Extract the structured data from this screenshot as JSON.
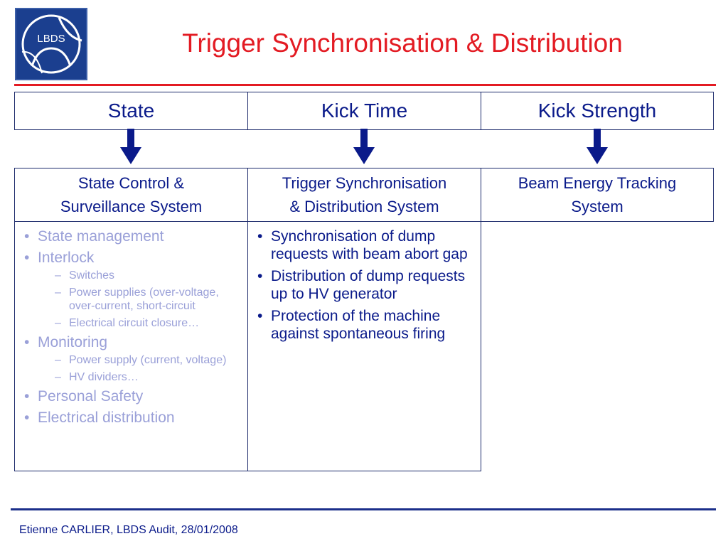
{
  "logo": {
    "text": "LBDS"
  },
  "title": "Trigger Synchronisation & Distribution",
  "headers": [
    "State",
    "Kick Time",
    "Kick Strength"
  ],
  "systems": [
    [
      "State Control &",
      "Surveillance System"
    ],
    [
      "Trigger Synchronisation",
      "& Distribution System"
    ],
    [
      "Beam Energy Tracking",
      "System"
    ]
  ],
  "col1": {
    "items": [
      {
        "text": "State management"
      },
      {
        "text": "Interlock",
        "subs": [
          "Switches",
          "Power supplies (over-voltage, over-current, short-circuit",
          "Electrical circuit closure…"
        ]
      },
      {
        "text": "Monitoring",
        "subs": [
          "Power supply (current, voltage)",
          "HV dividers…"
        ]
      },
      {
        "text": "Personal Safety"
      },
      {
        "text": "Electrical distribution"
      }
    ]
  },
  "col2": {
    "items": [
      "Synchronisation of dump requests with beam abort gap",
      "Distribution of dump requests up to HV generator",
      "Protection of the machine against spontaneous firing"
    ]
  },
  "footer": "Etienne CARLIER, LBDS Audit, 28/01/2008",
  "colors": {
    "title": "#e31b23",
    "accent": "#1b2f8a",
    "faded_text": "#9aa0d8"
  }
}
